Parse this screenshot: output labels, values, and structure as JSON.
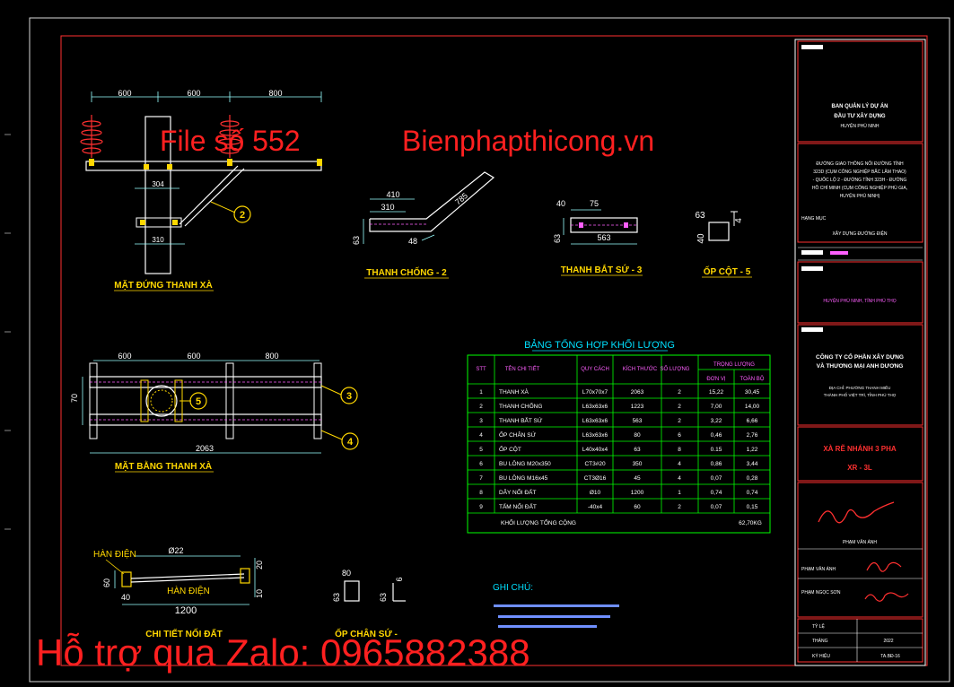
{
  "watermark": {
    "file": "File số 552",
    "site": "Bienphapthicong.vn",
    "zalo": "Hỗ trợ qua Zalo: 0965882388"
  },
  "views": {
    "elevation": {
      "title": "MẶT ĐỨNG THANH XÀ",
      "dims": [
        "600",
        "600",
        "800",
        "304",
        "310"
      ],
      "callout": "2"
    },
    "plan": {
      "title": "MẶT BẰNG THANH XÀ",
      "dims": [
        "600",
        "600",
        "800",
        "2063",
        "70"
      ],
      "callouts": [
        "5",
        "3",
        "4"
      ]
    },
    "brace": {
      "title": "THANH CHỐNG - 2",
      "dims": [
        "410",
        "310",
        "785",
        "63",
        "48"
      ]
    },
    "insulator_bar": {
      "title": "THANH BẮT SỨ - 3",
      "dims": [
        "40",
        "75",
        "63",
        "563"
      ]
    },
    "pole_plate": {
      "title": "ỐP CỘT - 5",
      "dims": [
        "63",
        "4",
        "40"
      ]
    },
    "ground": {
      "title": "CHI TIẾT NỐI ĐẤT",
      "weld1": "HÀN ĐIỆN",
      "weld2": "HÀN ĐIỆN",
      "dims": [
        "Ø22",
        "20",
        "60",
        "40",
        "10",
        "1200"
      ]
    },
    "foot": {
      "title": "ỐP CHÂN SỨ -",
      "dims": [
        "80",
        "6",
        "63",
        "63"
      ]
    }
  },
  "notes": {
    "heading": "GHI CHÚ:"
  },
  "table": {
    "title": "BẢNG TỔNG HỢP KHỐI LƯỢNG",
    "headers": [
      "STT",
      "TÊN CHI TIẾT",
      "QUY CÁCH",
      "KÍCH THƯỚC",
      "SỐ LƯỢNG",
      "TRỌNG LƯỢNG"
    ],
    "sub_headers": [
      "ĐƠN VỊ",
      "TOÀN BỘ"
    ],
    "rows": [
      [
        "1",
        "THANH XÀ",
        "L70x70x7",
        "2063",
        "2",
        "15,22",
        "30,45"
      ],
      [
        "2",
        "THANH CHỐNG",
        "L63x63x6",
        "1223",
        "2",
        "7,00",
        "14,00"
      ],
      [
        "3",
        "THANH BẮT SỨ",
        "L63x63x6",
        "563",
        "2",
        "3,22",
        "6,66"
      ],
      [
        "4",
        "ỐP CHÂN SỨ",
        "L63x63x6",
        "80",
        "6",
        "0,46",
        "2,76"
      ],
      [
        "5",
        "ỐP CỘT",
        "L40x40x4",
        "63",
        "8",
        "0.15",
        "1,22"
      ],
      [
        "6",
        "BU LÔNG M20x350",
        "CT3#20",
        "350",
        "4",
        "0,86",
        "3,44"
      ],
      [
        "7",
        "BU LÔNG M16x45",
        "CT3Ø16",
        "45",
        "4",
        "0,07",
        "0,28"
      ],
      [
        "8",
        "DÂY NỐI ĐẤT",
        "Ø10",
        "1200",
        "1",
        "0,74",
        "0,74"
      ],
      [
        "9",
        "TẤM NỐI ĐẤT",
        "-40x4",
        "60",
        "2",
        "0,07",
        "0,15"
      ]
    ],
    "total_label": "KHỐI LƯỢNG TỔNG CỘNG",
    "total_value": "62,70KG"
  },
  "title_block": {
    "owner_lines": [
      "BAN QUẢN LÝ DỰ ÁN",
      "ĐẦU TƯ XÂY DỰNG",
      "HUYỆN PHÙ NINH"
    ],
    "project_lines": [
      "ĐƯỜNG GIAO THÔNG NỐI ĐƯỜNG TỈNH",
      "323D (CỤM CÔNG NGHIỆP BẮC LÂM THAO)",
      "- QUỐC LỘ 2 - ĐƯỜNG TỈNH 323H - ĐƯỜNG",
      "HỒ CHÍ MINH (CỤM CÔNG NGHIỆP PHÙ GIA,",
      "HUYỆN PHÙ NINH)"
    ],
    "item_label": "HẠNG MỤC",
    "item_value": "XÂY DỰNG ĐƯỜNG ĐIỆN",
    "location": "HUYỆN PHÙ NINH, TỈNH PHÚ THỌ",
    "company_lines": [
      "CÔNG TY CỔ PHẦN XÂY DỰNG",
      "VÀ THƯƠNG MẠI ANH DƯƠNG"
    ],
    "address_lines": [
      "ĐỊA CHỈ: PHƯỜNG THANH MIẾU",
      "THÀNH PHỐ VIỆT TRÌ, TỈNH PHÚ THỌ"
    ],
    "drawing_name": "XÀ RẼ NHÁNH 3 PHA",
    "drawing_code": "XR - 3L",
    "signer1": "PHẠM VĂN ÁNH",
    "role2": "PHẠM VĂN ÁNH",
    "role3": "PHẠM NGỌC SƠN",
    "scale_label": "TỶ LỆ",
    "date_label": "THÁNG",
    "date_value": "2022",
    "code_label": "KÝ HIỆU",
    "code_value": "TA.BĐ-16"
  }
}
